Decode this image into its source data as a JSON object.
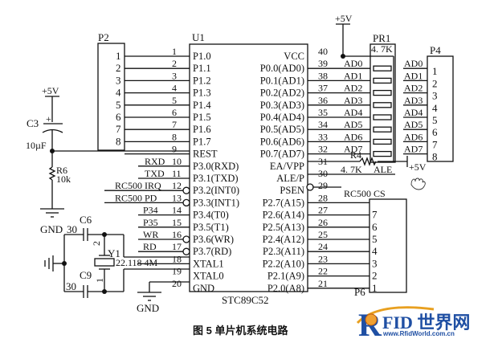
{
  "figure": {
    "caption": "图 5    单片机系统电路",
    "chip_part": "STC89C52",
    "chip_ref": "U1"
  },
  "u1_left_pins": [
    {
      "num": "1",
      "name": "P1.0",
      "net": ""
    },
    {
      "num": "2",
      "name": "P1.1",
      "net": ""
    },
    {
      "num": "3",
      "name": "P1.2",
      "net": ""
    },
    {
      "num": "4",
      "name": "P1.3",
      "net": ""
    },
    {
      "num": "5",
      "name": "P1.4",
      "net": ""
    },
    {
      "num": "6",
      "name": "P1.5",
      "net": ""
    },
    {
      "num": "7",
      "name": "P1.6",
      "net": ""
    },
    {
      "num": "8",
      "name": "P1.7",
      "net": ""
    },
    {
      "num": "9",
      "name": "REST",
      "net": ""
    },
    {
      "num": "10",
      "name": "P3.0(RXD)",
      "net": "RXD"
    },
    {
      "num": "11",
      "name": "P3.1(TXD)",
      "net": "TXD"
    },
    {
      "num": "12",
      "name": "P3.2(INT0)",
      "net": "RC500_IRQ"
    },
    {
      "num": "13",
      "name": "P3.3(INT1)",
      "net": "RC500_PD"
    },
    {
      "num": "14",
      "name": "P3.4(T0)",
      "net": "P34"
    },
    {
      "num": "15",
      "name": "P3.5(T1)",
      "net": "P35"
    },
    {
      "num": "16",
      "name": "P3.6(WR)",
      "net": "WR"
    },
    {
      "num": "17",
      "name": "P3.7(RD)",
      "net": "RD"
    },
    {
      "num": "18",
      "name": "XTAL1",
      "net": ""
    },
    {
      "num": "19",
      "name": "XTAL0",
      "net": ""
    },
    {
      "num": "20",
      "name": "GND",
      "net": ""
    }
  ],
  "u1_right_pins": [
    {
      "num": "40",
      "name": "VCC",
      "net": ""
    },
    {
      "num": "39",
      "name": "P0.0(AD0)",
      "net": "AD0"
    },
    {
      "num": "38",
      "name": "P0.1(AD1)",
      "net": "AD1"
    },
    {
      "num": "37",
      "name": "P0.2(AD2)",
      "net": "AD2"
    },
    {
      "num": "36",
      "name": "P0.3(AD3)",
      "net": "AD3"
    },
    {
      "num": "35",
      "name": "P0.4(AD4)",
      "net": "AD4"
    },
    {
      "num": "34",
      "name": "P0.5(AD5)",
      "net": "AD5"
    },
    {
      "num": "33",
      "name": "P0.6(AD6)",
      "net": "AD6"
    },
    {
      "num": "32",
      "name": "P0.7(AD7)",
      "net": "AD7"
    },
    {
      "num": "31",
      "name": "EA/VPP",
      "net": ""
    },
    {
      "num": "30",
      "name": "ALE/P",
      "net": "ALE"
    },
    {
      "num": "29",
      "name": "PSEN",
      "net": ""
    },
    {
      "num": "28",
      "name": "P2.7(A15)",
      "net": "RC500 CS"
    },
    {
      "num": "27",
      "name": "P2.6(A14)",
      "net": ""
    },
    {
      "num": "26",
      "name": "P2.5(A13)",
      "net": ""
    },
    {
      "num": "25",
      "name": "P2.4(A12)",
      "net": ""
    },
    {
      "num": "24",
      "name": "P2.3(A11)",
      "net": ""
    },
    {
      "num": "23",
      "name": "P2.2(A10)",
      "net": ""
    },
    {
      "num": "22",
      "name": "P2.1(A9)",
      "net": ""
    },
    {
      "num": "21",
      "name": "P2.0(A8)",
      "net": ""
    }
  ],
  "p2": {
    "ref": "P2",
    "pins": [
      "1",
      "2",
      "3",
      "4",
      "5",
      "6",
      "7",
      "8"
    ]
  },
  "p4": {
    "ref": "P4",
    "pins": [
      "1",
      "2",
      "3",
      "4",
      "5",
      "6",
      "7",
      "8"
    ],
    "nets": [
      "AD0",
      "AD1",
      "AD2",
      "AD3",
      "AD4",
      "AD5",
      "AD6",
      "AD7"
    ]
  },
  "p6": {
    "ref": "P6",
    "pins": [
      "7",
      "6",
      "5",
      "4",
      "3",
      "2",
      "1"
    ]
  },
  "pr1": {
    "ref": "PR1",
    "value": "4. 7K",
    "nets": [
      "AD0",
      "AD1",
      "AD2",
      "AD3",
      "AD4",
      "AD5",
      "AD6",
      "AD7"
    ]
  },
  "r4": {
    "ref": "R4",
    "value": "4. 7K"
  },
  "reset": {
    "supply": "+5V",
    "cap_ref": "C3",
    "cap_plus": "+",
    "cap_value": "10µF",
    "res_ref": "R6",
    "res_value": "10k"
  },
  "crystal": {
    "ref": "Y1",
    "value": "22.118 4M",
    "pin2": "2",
    "pin1": "1",
    "c6_ref": "C6",
    "c6_value": "30",
    "c9_ref": "C9",
    "c9_value": "30",
    "gnd_label": "GND"
  },
  "labels": {
    "vcc_supply": "+5V",
    "ea_supply": "+5V",
    "ale_net": "ALE",
    "rc500_cs": "RC500  CS",
    "gnd_chip": "GND"
  },
  "watermark": {
    "brand": "FID 世界网",
    "letter": "R",
    "url": "www.RfidWorld.com.cn"
  },
  "cursor": {
    "icon": "hand-cursor-icon"
  }
}
